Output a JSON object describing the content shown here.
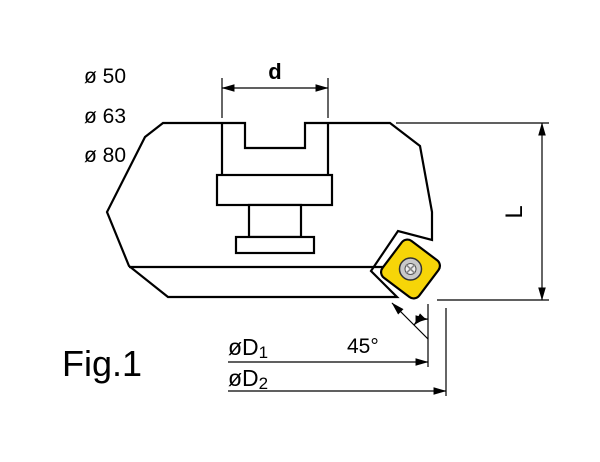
{
  "figure_label": "Fig.1",
  "diameter_options": [
    "ø 50",
    "ø 63",
    "ø 80"
  ],
  "dimensions": {
    "top_width": "d",
    "height": "L",
    "insert_angle": "45°",
    "d1_prefix": "øD",
    "d1_sub": "1",
    "d2_prefix": "øD",
    "d2_sub": "2"
  },
  "colors": {
    "line": "#000000",
    "insert_fill": "#f6d508",
    "screw_outer": "#c9c9c9",
    "screw_inner": "#efefef"
  }
}
